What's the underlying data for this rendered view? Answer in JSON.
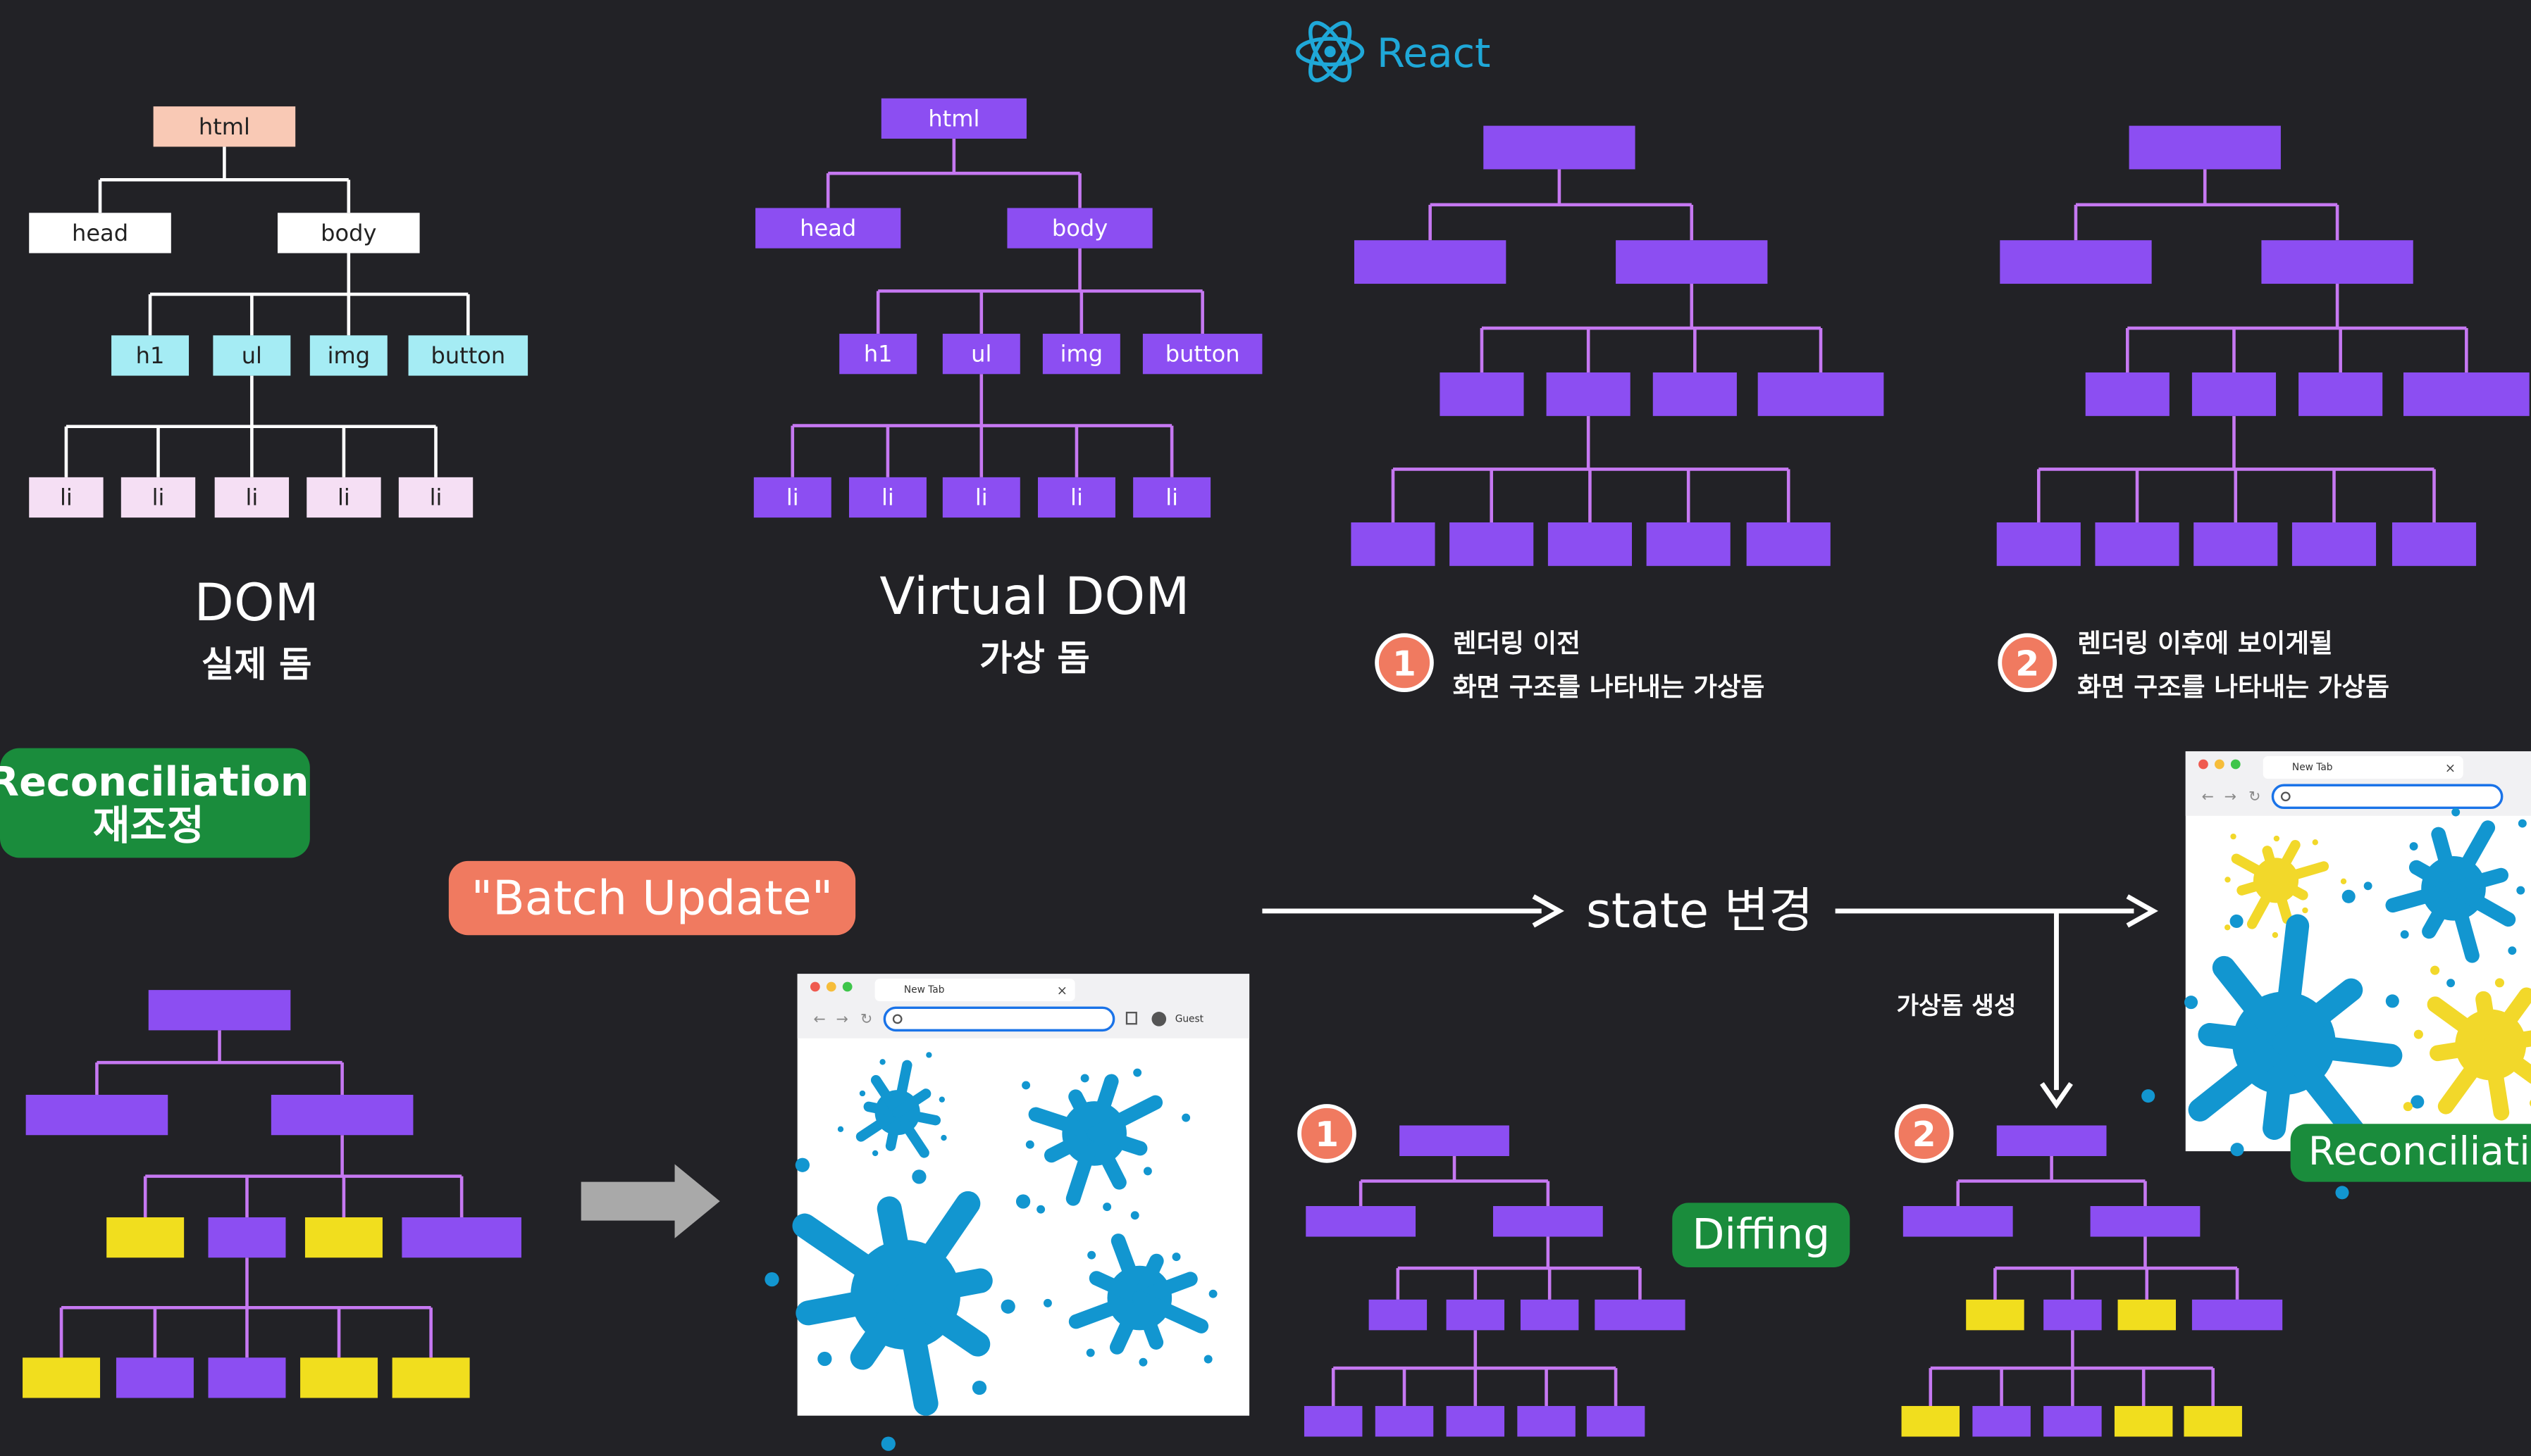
{
  "header": {
    "brand": "React",
    "brand_color": "#1fa8d8",
    "logo_icon": "react-atom-icon"
  },
  "colors": {
    "background": "#222226",
    "dom_root": "#f9c9b5",
    "dom_head": "#ffffff",
    "dom_level2": "#a5ecf4",
    "dom_li": "#f5dff4",
    "vdom_node": "#8c4ef2",
    "vdom_line": "#c678f2",
    "changed_node": "#f1de1e",
    "badge": "#f07a60",
    "pill_green": "#1a8c3c",
    "batch_pill": "#f07a60",
    "paint_blue": "#1296d0",
    "paint_yellow": "#f2d82a"
  },
  "dom_tree": {
    "root": "html",
    "level1": [
      "head",
      "body"
    ],
    "level2": [
      "h1",
      "ul",
      "img",
      "button"
    ],
    "level3": [
      "li",
      "li",
      "li",
      "li",
      "li"
    ],
    "title": "DOM",
    "subtitle": "실제 돔"
  },
  "vdom_tree": {
    "root": "html",
    "level1": [
      "head",
      "body"
    ],
    "level2": [
      "h1",
      "ul",
      "img",
      "button"
    ],
    "level3": [
      "li",
      "li",
      "li",
      "li",
      "li"
    ],
    "title": "Virtual DOM",
    "subtitle": "가상 돔"
  },
  "captions": {
    "before_num": "1",
    "before_line1": "렌더링 이전",
    "before_line2": "화면 구조를 나타내는 가상돔",
    "after_num": "2",
    "after_line1": "렌더링 이후에 보이게될",
    "after_line2": "화면 구조를 나타내는 가상돔"
  },
  "reconciliation_pill": {
    "line1": "Reconciliation",
    "line2": "재조정"
  },
  "batch_pill": "\"Batch Update\"",
  "flow": {
    "state_change": "state 변경",
    "create_vdom": "가상돔 생성"
  },
  "diffing_pill": "Diffing",
  "badges": [
    "1",
    "2"
  ],
  "reconciliation_pill_right": "Reconciliatic",
  "browser_main": {
    "tab_label": "New Tab",
    "profile_label": "Guest"
  },
  "browser_right": {
    "tab_label": "New Tab"
  },
  "bottom_left_tree": {
    "level2_changed": [
      true,
      false,
      true,
      false
    ],
    "level3_changed": [
      true,
      false,
      false,
      true,
      true
    ]
  },
  "bottom_right_tree": {
    "level2_changed": [
      true,
      false,
      true,
      false
    ],
    "level3_changed": [
      true,
      false,
      false,
      true,
      true
    ]
  }
}
